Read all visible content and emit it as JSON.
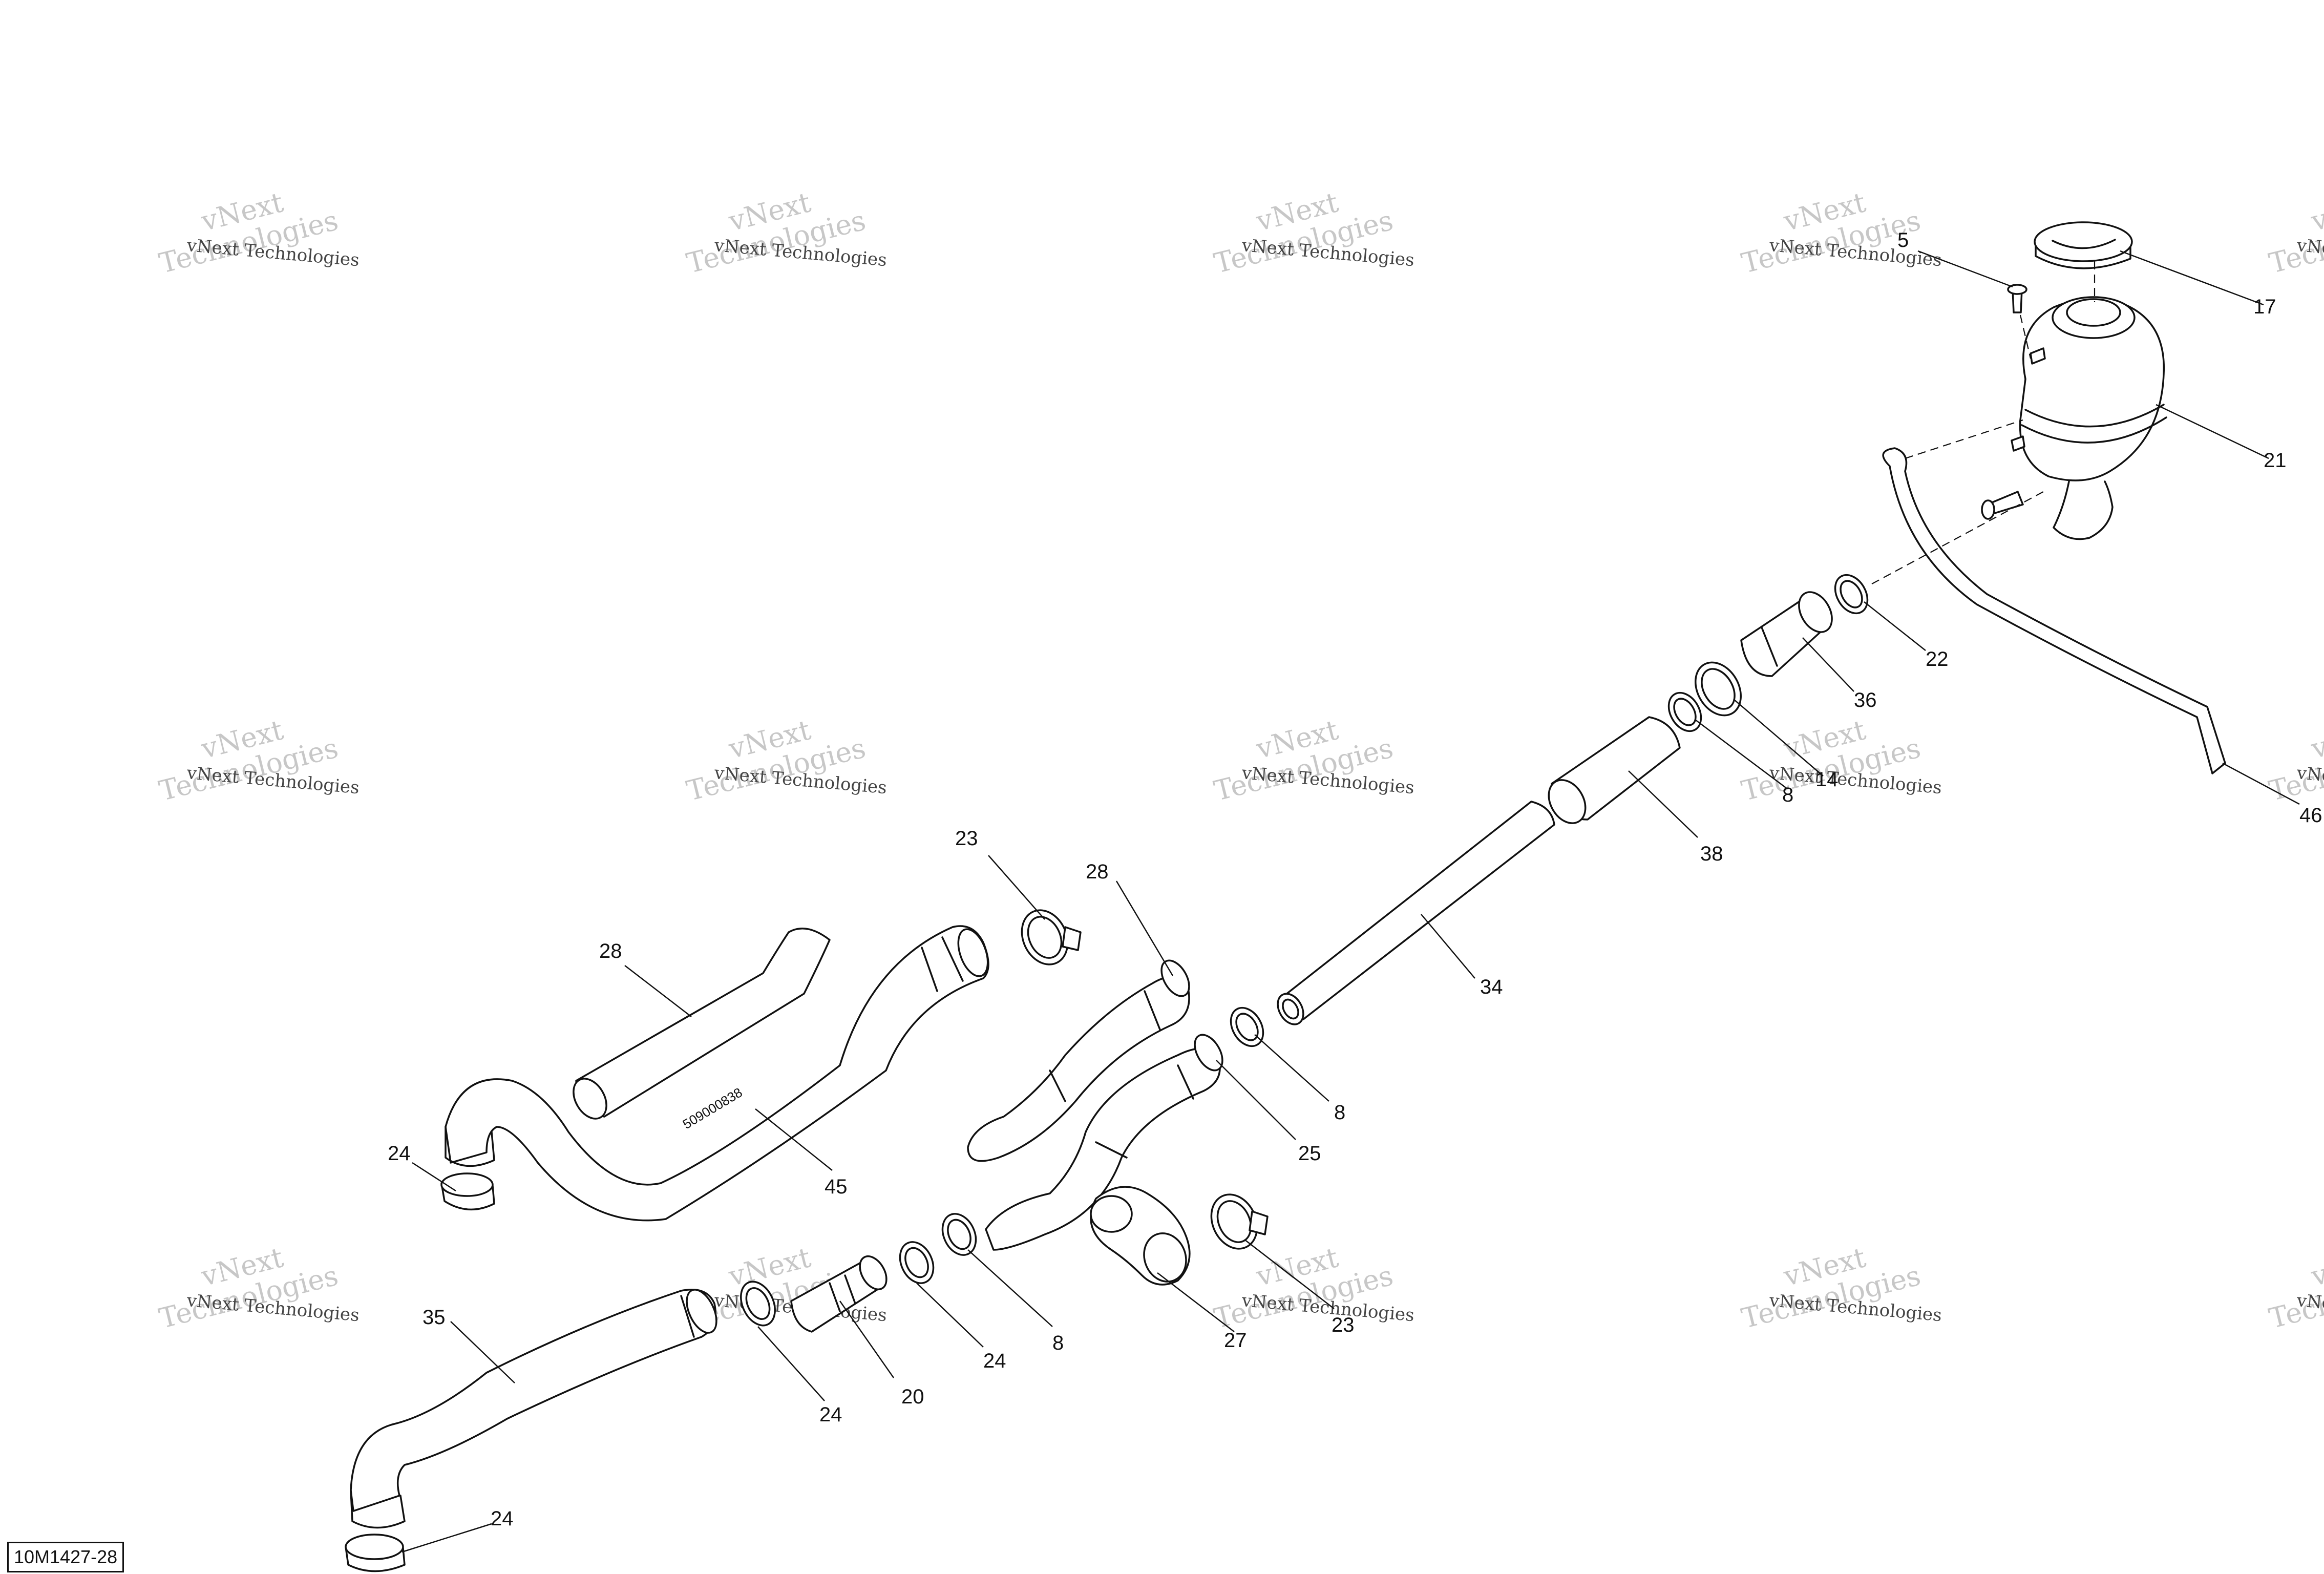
{
  "diagram": {
    "reference_code": "10M1427-28",
    "hose_marking": "509000838",
    "watermark": {
      "small_text": "vNext Technologies",
      "big_text_line1": "vNext",
      "big_text_line2": "Technologies"
    },
    "callouts": [
      {
        "id": "c5",
        "label": "5"
      },
      {
        "id": "c17",
        "label": "17"
      },
      {
        "id": "c21",
        "label": "21"
      },
      {
        "id": "c22",
        "label": "22"
      },
      {
        "id": "c36",
        "label": "36"
      },
      {
        "id": "c14",
        "label": "14"
      },
      {
        "id": "c8a",
        "label": "8"
      },
      {
        "id": "c38",
        "label": "38"
      },
      {
        "id": "c46",
        "label": "46"
      },
      {
        "id": "c34",
        "label": "34"
      },
      {
        "id": "c23a",
        "label": "23"
      },
      {
        "id": "c28a",
        "label": "28"
      },
      {
        "id": "c28b",
        "label": "28"
      },
      {
        "id": "c8b",
        "label": "8"
      },
      {
        "id": "c25",
        "label": "25"
      },
      {
        "id": "c45",
        "label": "45"
      },
      {
        "id": "c24a",
        "label": "24"
      },
      {
        "id": "c35",
        "label": "35"
      },
      {
        "id": "c24b",
        "label": "24"
      },
      {
        "id": "c20",
        "label": "20"
      },
      {
        "id": "c24c",
        "label": "24"
      },
      {
        "id": "c8c",
        "label": "8"
      },
      {
        "id": "c27",
        "label": "27"
      },
      {
        "id": "c23b",
        "label": "23"
      },
      {
        "id": "c24d",
        "label": "24"
      }
    ]
  }
}
